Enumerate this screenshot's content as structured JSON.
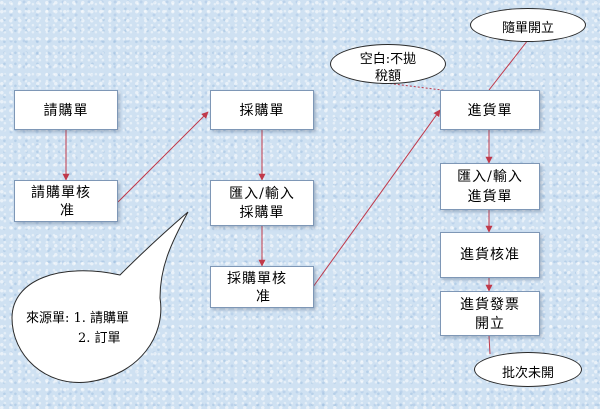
{
  "nodes": {
    "purchase_request": "請購單",
    "purchase_request_approval": {
      "line1": "請購單核",
      "line2": "准"
    },
    "purchase_order": "採購單",
    "import_purchase_order": {
      "line1": "匯入/輸入",
      "line2": "採購單"
    },
    "purchase_order_approval": {
      "line1": "採購單核",
      "line2": "准"
    },
    "receiving": "進貨單",
    "import_receiving": {
      "line1": "匯入/輸入",
      "line2": "進貨單"
    },
    "receiving_approval": "進貨核准",
    "receiving_invoice": {
      "line1": "進貨發票",
      "line2": "開立"
    }
  },
  "notes": {
    "issued_with_slip": "隨單開立",
    "blank_tax": {
      "line1": "空白:不拋",
      "line2": "稅額"
    },
    "batch_not_issued": "批次未開"
  },
  "callout": {
    "line1": "來源單: 1. 請購單",
    "line2": "2. 訂單"
  },
  "colors": {
    "arrow": "#c0394a",
    "border": "#7e97b6",
    "background": "#cfe1f2"
  }
}
